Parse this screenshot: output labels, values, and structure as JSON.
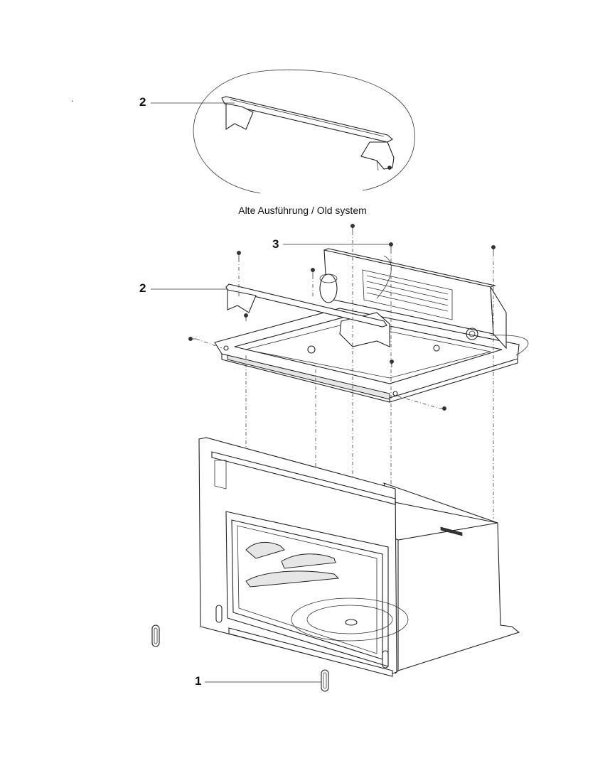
{
  "caption": "Alte Ausführung / Old system",
  "callouts": [
    {
      "id": "detail-part",
      "number": "2"
    },
    {
      "id": "bracket",
      "number": "2"
    },
    {
      "id": "cable-harness",
      "number": "3"
    },
    {
      "id": "foot",
      "number": "1"
    }
  ],
  "dot_mark": "."
}
